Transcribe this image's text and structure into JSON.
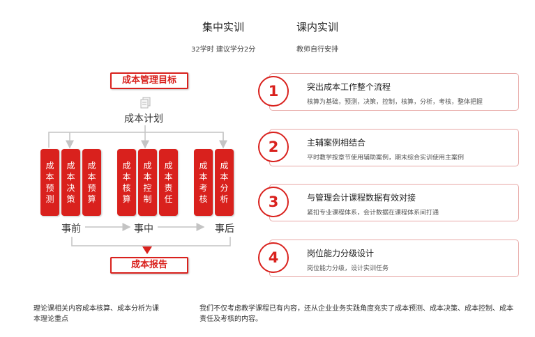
{
  "header": {
    "concentrated": {
      "title": "集中实训",
      "subtitle": "32学时 建议学分2分"
    },
    "in_class": {
      "title": "课内实训",
      "subtitle": "教师自行安排"
    }
  },
  "diagram": {
    "goal_label": "成本管理目标",
    "plan_label": "成本计划",
    "report_label": "成本报告",
    "bars": [
      "成本预测",
      "成本决策",
      "成本预算",
      "成本核算",
      "成本控制",
      "成本责任",
      "成本考核",
      "成本分析"
    ],
    "stages": [
      "事前",
      "事中",
      "事后"
    ]
  },
  "cards": [
    {
      "number": "1",
      "title": "突出成本工作整个流程",
      "desc": "核算为基础，预测，决策，控制，核算，分析，考核，整体把握"
    },
    {
      "number": "2",
      "title": "主辅案例相结合",
      "desc": "平时教学按章节使用辅助案例，期末综合实训使用主案例"
    },
    {
      "number": "3",
      "title": "与管理会计课程数据有效对接",
      "desc": "紧扣专业课程体系，会计数据在课程体系间打通"
    },
    {
      "number": "4",
      "title": "岗位能力分级设计",
      "desc": "岗位能力分级，设计实训任务"
    }
  ],
  "bottom": {
    "left": "理论课相关内容成本核算、成本分析为课本理论重点",
    "right": "我们不仅考虑教学课程已有内容，还从企业业务实践角度充实了成本预测、成本决策、成本控制、成本责任及考核的内容。"
  },
  "colors": {
    "accent": "#d9211d",
    "card_border": "#e7a7a5"
  },
  "icons": {
    "plan": "document-stack-icon",
    "report_marker": "triangle-down-icon"
  }
}
